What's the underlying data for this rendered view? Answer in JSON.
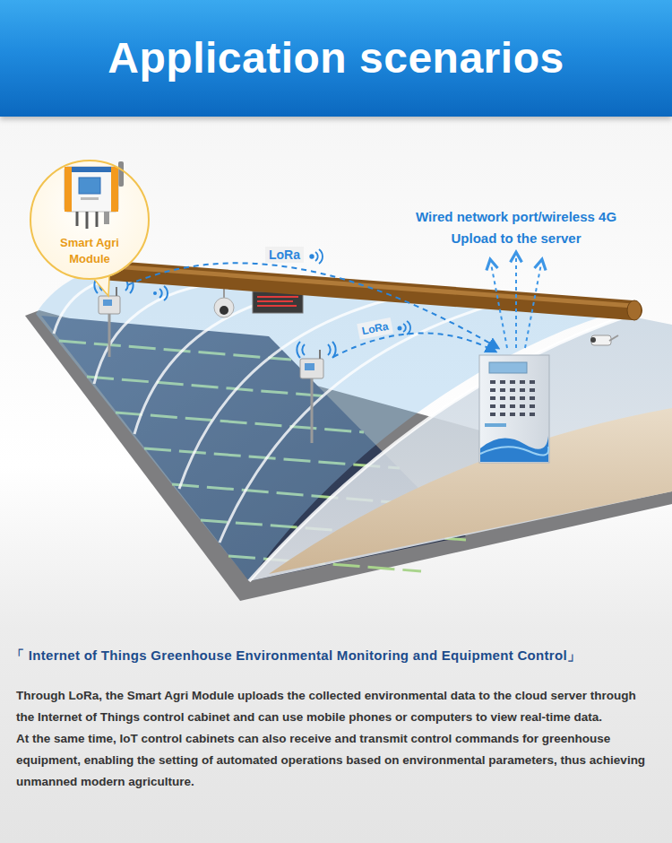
{
  "diagram": {
    "title": "Application scenarios",
    "caption": "「 Internet of Things Greenhouse Environmental Monitoring and Equipment Control」",
    "nodes": [
      {
        "text": [
          "Smart Agri Module"
        ]
      }
    ],
    "labels": [
      "LoRa",
      "LoRa",
      "Wired network port/wireless 4G Upload to the server",
      "Through LoRa, the Smart Agri Module uploads the collected environmental data to the cloud server through the Internet of Things control cabinet and can use mobile phones or computers to view real-time data.",
      "At the same time, IoT control cabinets can also receive and transmit control commands for greenhouse equipment, enabling the setting of automated operations based on environmental parameters, thus achieving unmanned modern agriculture."
    ]
  }
}
